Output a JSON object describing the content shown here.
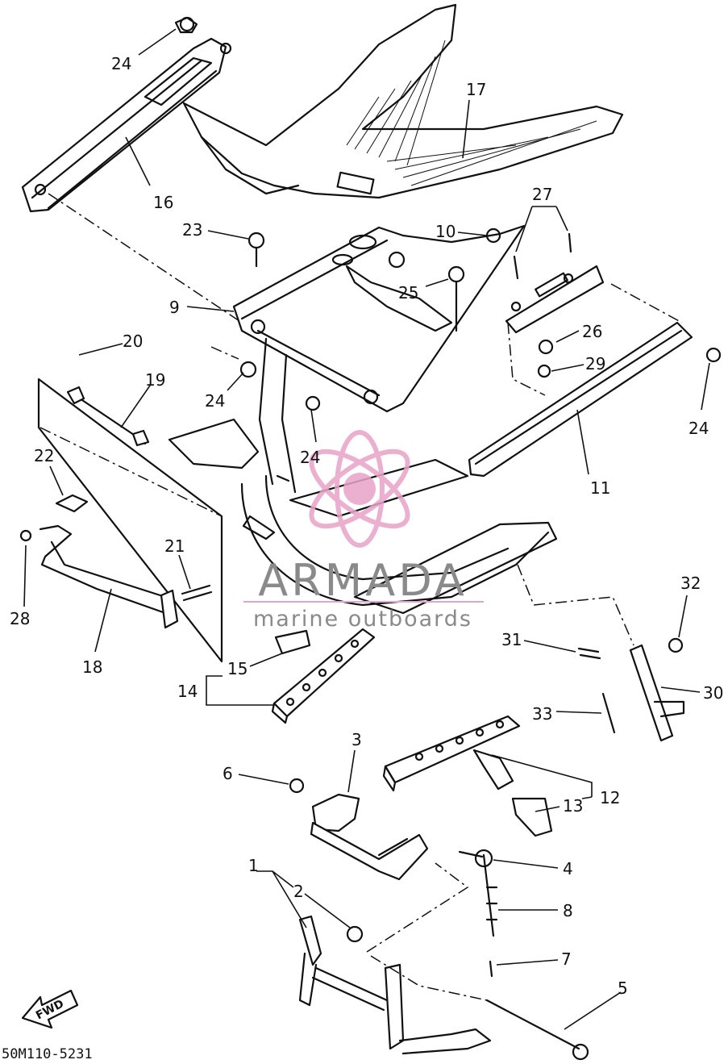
{
  "callouts": {
    "n1": "1",
    "n2": "2",
    "n3": "3",
    "n4": "4",
    "n5": "5",
    "n6": "6",
    "n7": "7",
    "n8": "8",
    "n9": "9",
    "n10": "10",
    "n11": "11",
    "n12": "12",
    "n13": "13",
    "n14": "14",
    "n15": "15",
    "n16": "16",
    "n17": "17",
    "n18": "18",
    "n19": "19",
    "n20": "20",
    "n21": "21",
    "n22": "22",
    "n23": "23",
    "n24": "24",
    "n25": "25",
    "n26": "26",
    "n27": "27",
    "n28": "28",
    "n29": "29",
    "n30": "30",
    "n31": "31",
    "n32": "32",
    "n33": "33"
  },
  "drawing_code": "50M110-5231",
  "fwd_label": "FWD",
  "watermark": {
    "name": "ARMADA",
    "tagline": "marine outboards",
    "color_logo": "#e8a3c8",
    "color_text": "#8a8a8a"
  },
  "colors": {
    "line": "#111111",
    "background": "#ffffff"
  }
}
